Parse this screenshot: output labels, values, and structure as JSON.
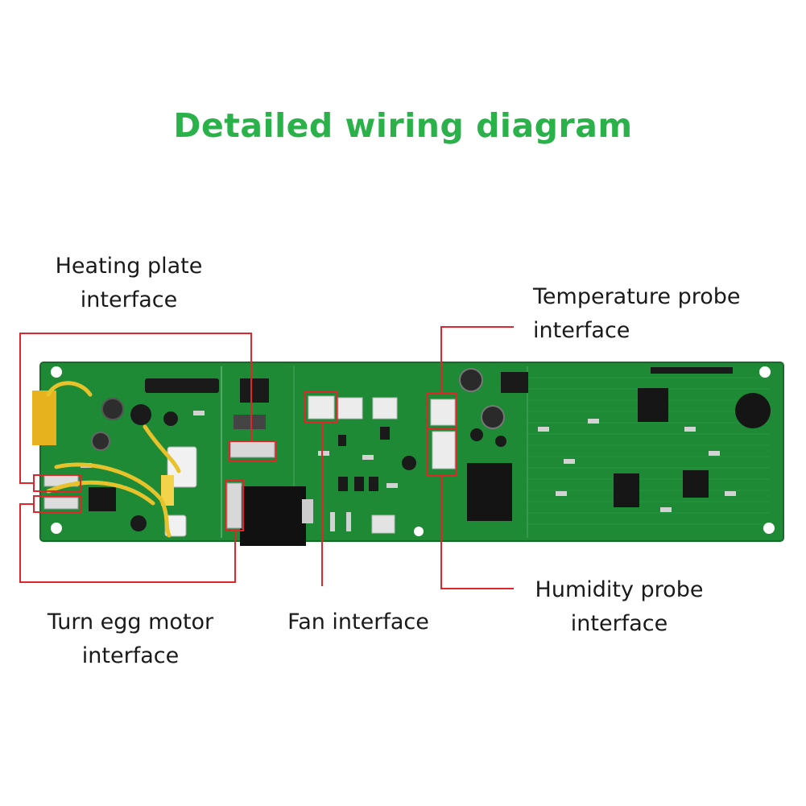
{
  "title": "Detailed wiring diagram",
  "labels": {
    "heating_plate": [
      "Heating plate",
      "interface"
    ],
    "turn_egg_motor": [
      "Turn egg motor",
      "interface"
    ],
    "fan": [
      "Fan interface"
    ],
    "temperature_probe": [
      "Temperature probe",
      "interface"
    ],
    "humidity_probe": [
      "Humidity probe",
      "interface"
    ]
  },
  "colors": {
    "title": "#2bb14a",
    "board": "#1f8a35",
    "callout": "#e0262b"
  }
}
